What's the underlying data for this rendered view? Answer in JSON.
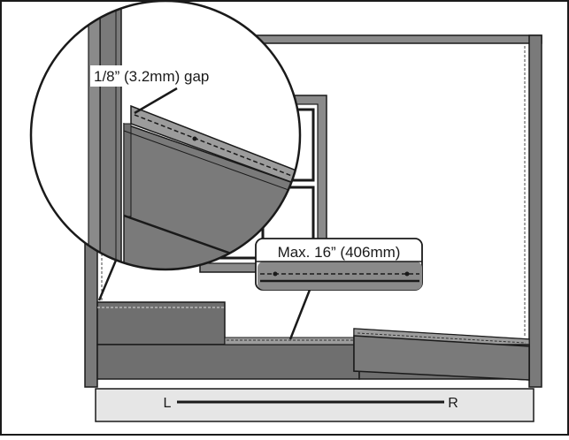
{
  "callouts": {
    "gap": "1/8” (3.2mm) gap",
    "max_spacing": "Max. 16” (406mm)"
  },
  "direction": {
    "left": "L",
    "right": "R"
  },
  "colors": {
    "outline": "#1a1a1a",
    "siding_dark": "#6f6f6f",
    "siding_mid": "#8a8a8a",
    "siding_light": "#9c9c9c",
    "frame": "#7a7a7a",
    "foundation": "#e6e6e6",
    "background": "#ffffff"
  }
}
